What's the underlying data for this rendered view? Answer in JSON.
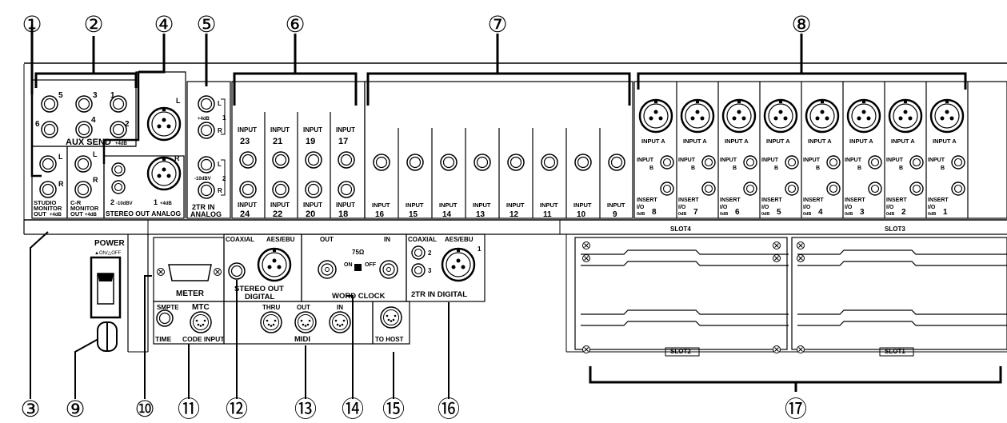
{
  "callouts": {
    "c1": "①",
    "c2": "②",
    "c3": "③",
    "c4": "④",
    "c5": "⑤",
    "c6": "⑥",
    "c7": "⑦",
    "c8": "⑧",
    "c9": "⑨",
    "c10": "⑩",
    "c11": "⑪",
    "c12": "⑫",
    "c13": "⑬",
    "c14": "⑭",
    "c15": "⑮",
    "c16": "⑯",
    "c17": "⑰"
  },
  "aux_send": {
    "label": "AUX SEND",
    "n1": "1",
    "n2": "2",
    "n3": "3",
    "n4": "4",
    "n5": "5",
    "n6": "6",
    "level": "+4dB"
  },
  "studio_monitor": {
    "l": "L",
    "r": "R",
    "line1": "STUDIO",
    "line2": "MONITOR",
    "line3": "OUT",
    "level": "+4dB"
  },
  "cr_monitor": {
    "l": "L",
    "r": "R",
    "line1": "C-R",
    "line2": "MONITOR",
    "line3": "OUT",
    "level": "+4dB"
  },
  "stereo_out_analog": {
    "label": "STEREO OUT ANALOG",
    "n2": "2",
    "level2": "-10dBV",
    "n1": "1",
    "level1": "+4dB",
    "l": "L",
    "r": "R"
  },
  "tr_in_analog": {
    "line1": "2TR IN",
    "line2": "ANALOG",
    "l": "L",
    "r": "R",
    "n1": "1",
    "n2": "2",
    "level1": "+4dB",
    "level2": "-10dBV"
  },
  "inputs_top": {
    "label": "INPUT",
    "n23": "23",
    "n21": "21",
    "n19": "19",
    "n17": "17"
  },
  "inputs_bottom": {
    "label": "INPUT",
    "n24": "24",
    "n22": "22",
    "n20": "20",
    "n18": "18"
  },
  "inputs_mid": {
    "label": "INPUT",
    "n16": "16",
    "n15": "15",
    "n14": "14",
    "n13": "13",
    "n12": "12",
    "n11": "11",
    "n10": "10",
    "n9": "9"
  },
  "xlr_inputs": {
    "input_a": "INPUT A",
    "input": "INPUT",
    "b": "B",
    "insert": "INSERT",
    "io": "I/O",
    "level": "0dB",
    "n8": "8",
    "n7": "7",
    "n6": "6",
    "n5": "5",
    "n4": "4",
    "n3": "3",
    "n2": "2",
    "n1": "1"
  },
  "power": {
    "label": "POWER",
    "sub": "▲ON/△OFF"
  },
  "meter": {
    "label": "METER"
  },
  "stereo_out_digital": {
    "coaxial": "COAXIAL",
    "aes": "AES/EBU",
    "line1": "STEREO OUT",
    "line2": "DIGITAL"
  },
  "word_clock": {
    "label": "WORD CLOCK",
    "out": "OUT",
    "in": "IN",
    "ohm": "75Ω",
    "on": "ON",
    "off": "OFF"
  },
  "tr_in_digital": {
    "label": "2TR IN DIGITAL",
    "coaxial": "COAXIAL",
    "aes": "AES/EBU",
    "n1": "1",
    "n2": "2",
    "n3": "3"
  },
  "time_code": {
    "smpte": "SMPTE",
    "mtc": "MTC",
    "time": "TIME",
    "code": "CODE INPUT"
  },
  "midi": {
    "label": "MIDI",
    "thru": "THRU",
    "out": "OUT",
    "in": "IN"
  },
  "to_host": {
    "label": "TO HOST"
  },
  "slots": {
    "s4": "SLOT4",
    "s3": "SLOT3",
    "s2": "SLOT2",
    "s1": "SLOT1"
  }
}
